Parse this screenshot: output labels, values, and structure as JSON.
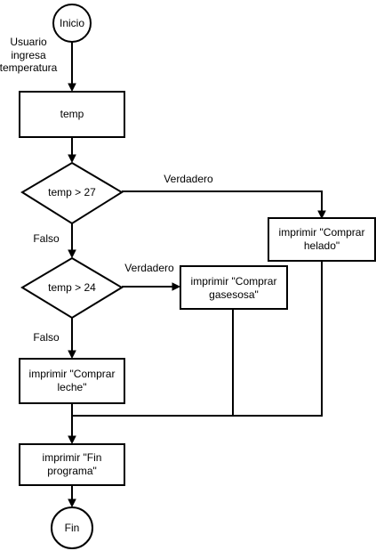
{
  "nodes": {
    "start": {
      "label": "Inicio"
    },
    "input": {
      "label": "temp"
    },
    "cond1": {
      "label": "temp > 27"
    },
    "cond2": {
      "label": "temp > 24"
    },
    "helado": {
      "line1": "imprimir \"Comprar",
      "line2": "helado\""
    },
    "gaseosa": {
      "line1": "imprimir \"Comprar",
      "line2": "gasesosa\""
    },
    "leche": {
      "line1": "imprimir \"Comprar",
      "line2": "leche\""
    },
    "finprog": {
      "line1": "imprimir \"Fin",
      "line2": "programa\""
    },
    "end": {
      "label": "Fin"
    }
  },
  "edges": {
    "input_note": {
      "line1": "Usuario",
      "line2": "ingresa",
      "line3": "temperatura"
    },
    "cond1_true": "Verdadero",
    "cond1_false": "Falso",
    "cond2_true": "Verdadero",
    "cond2_false": "Falso"
  }
}
